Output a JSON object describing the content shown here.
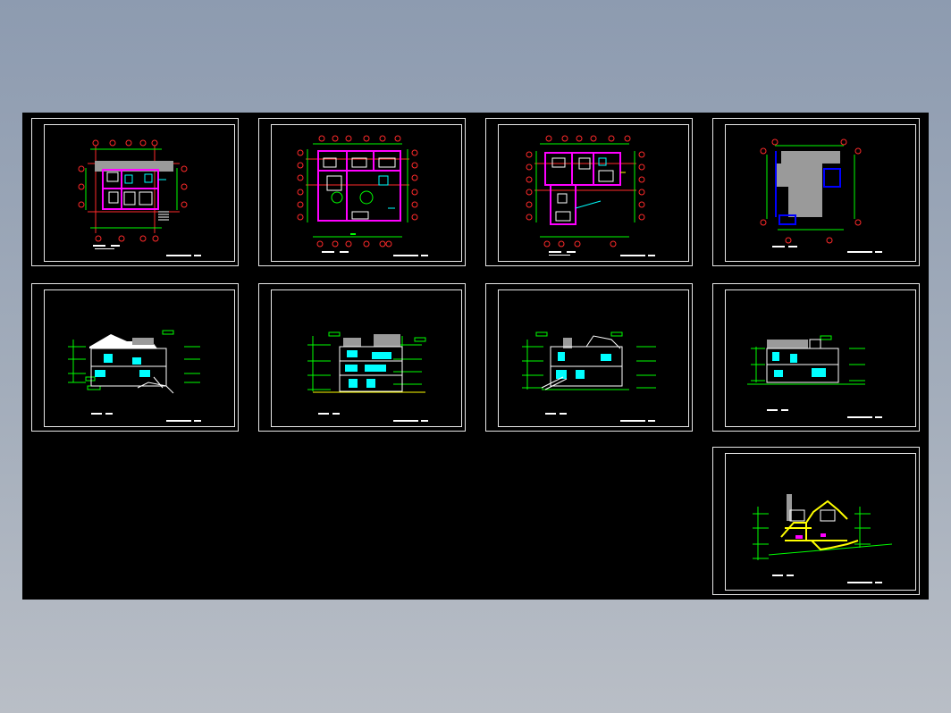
{
  "app": {
    "background": "#9aa6b8",
    "canvas_color": "#000000"
  },
  "colors": {
    "frame": "#e8e8e8",
    "wall_magenta": "#ff00ff",
    "wall_red": "#ff2a2a",
    "dimension_green": "#00ff00",
    "cyan": "#00ffff",
    "yellow": "#ffff00",
    "gray_fill": "#9a9a9a",
    "blue": "#0000ff"
  },
  "sheets": [
    {
      "id": "sheet-1",
      "kind": "floor-plan"
    },
    {
      "id": "sheet-2",
      "kind": "floor-plan"
    },
    {
      "id": "sheet-3",
      "kind": "floor-plan"
    },
    {
      "id": "sheet-4",
      "kind": "roof-plan"
    },
    {
      "id": "sheet-5",
      "kind": "elevation"
    },
    {
      "id": "sheet-6",
      "kind": "elevation"
    },
    {
      "id": "sheet-7",
      "kind": "elevation"
    },
    {
      "id": "sheet-8",
      "kind": "elevation"
    },
    {
      "id": "sheet-9",
      "kind": "section"
    }
  ]
}
